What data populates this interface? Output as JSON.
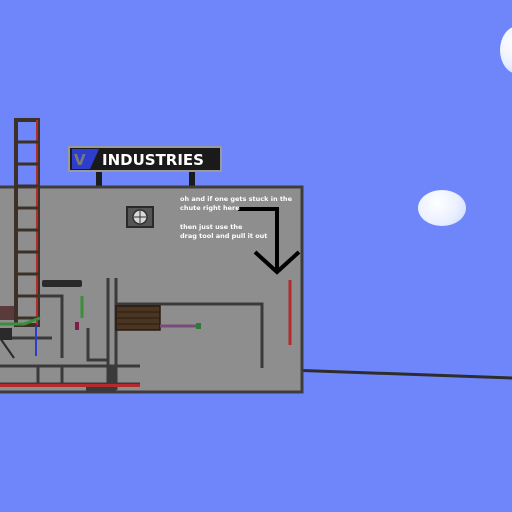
{
  "sign": {
    "logo": "V",
    "name": "INDUSTRIES"
  },
  "note": {
    "line1": "oh and if one gets stuck in the",
    "line2": "chute right here",
    "line3": "then just use the",
    "line4": "drag tool and pull it out"
  },
  "colors": {
    "sky": "#6f86fb",
    "wall": "#8e8e8e",
    "wall_border": "#3d3d3d",
    "ladder_red": "#b32b2b",
    "ladder_wood": "#3b3126",
    "sign_bg": "#1a1a1a",
    "sign_logo": "#2d3ecf"
  }
}
